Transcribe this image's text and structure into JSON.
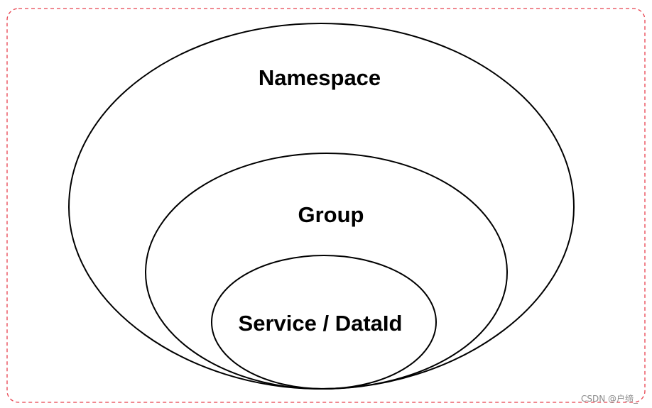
{
  "diagram": {
    "outer_label": "Namespace",
    "middle_label": "Group",
    "inner_label": "Service / DataId"
  },
  "watermark": "CSDN @户缔_",
  "colors": {
    "frame": "#e8404d",
    "stroke": "#000000",
    "text": "#000000",
    "watermark": "#8a8a8a"
  }
}
